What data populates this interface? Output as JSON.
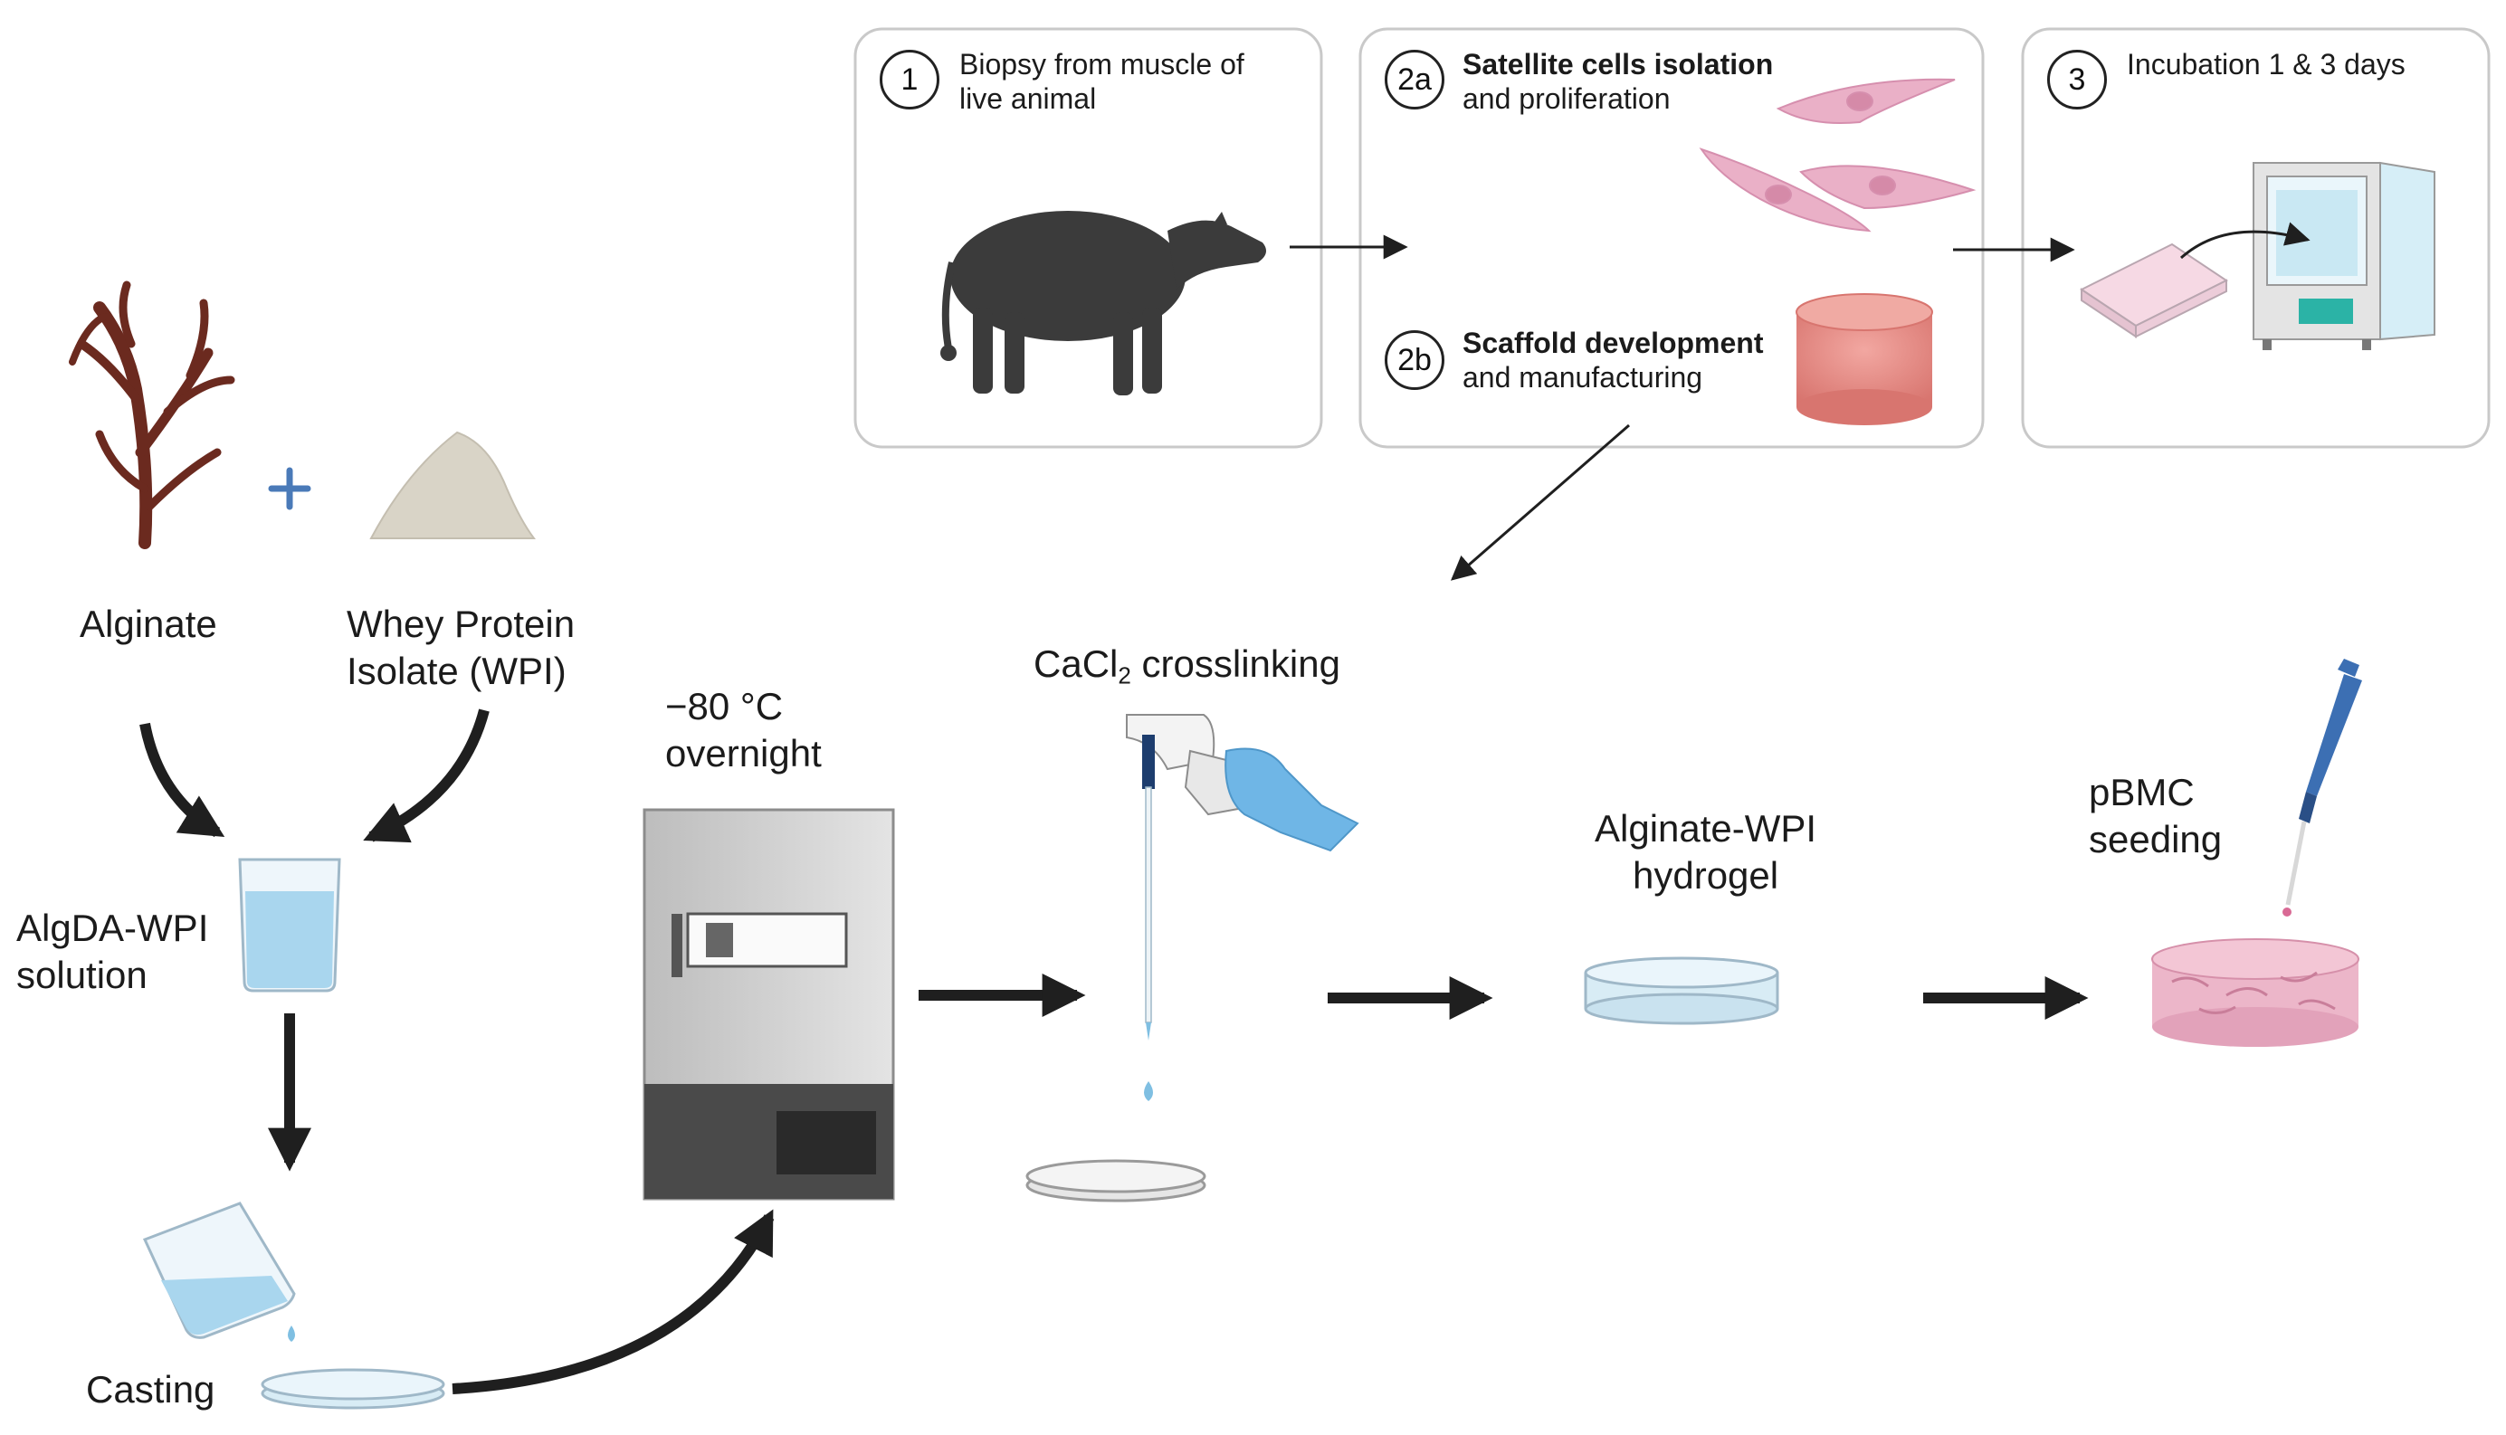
{
  "panels": [
    {
      "number": "1",
      "lines": [
        "Biopsy from muscle of",
        "live animal"
      ]
    },
    {
      "number": "2a",
      "bold": "Satellite cells isolation",
      "rest": "and proliferation"
    },
    {
      "number": "2b",
      "bold": "Scaffold development",
      "rest": "and manufacturing"
    },
    {
      "number": "3",
      "lines": [
        "Incubation 1 & 3 days"
      ]
    }
  ],
  "labels": {
    "alginate": "Alginate",
    "wpi": [
      "Whey Protein",
      "Isolate (WPI)"
    ],
    "plus": "+",
    "solution": [
      "AlgDA-WPI",
      "solution"
    ],
    "casting": "Casting",
    "freeze": [
      "−80 °C",
      "overnight"
    ],
    "crosslink_pre": "CaCl",
    "crosslink_sub": "2",
    "crosslink_post": " crosslinking",
    "hydrogel": [
      "Alginate-WPI",
      "hydrogel"
    ],
    "seeding": [
      "pBMC",
      "seeding"
    ]
  },
  "colors": {
    "arrow": "#1f1f1f",
    "panel_border": "#c9c9c9",
    "seaweed": "#6b2a1f",
    "powder": "#d9d4c7",
    "liquid": "#a9d6ee",
    "cell": "#e8a9c3",
    "scaffold": "#e58f8a",
    "glove": "#6fb6e6",
    "freezer": "#dadada",
    "plus": "#4a7ab8",
    "incubator_accent": "#2bb3a6"
  }
}
